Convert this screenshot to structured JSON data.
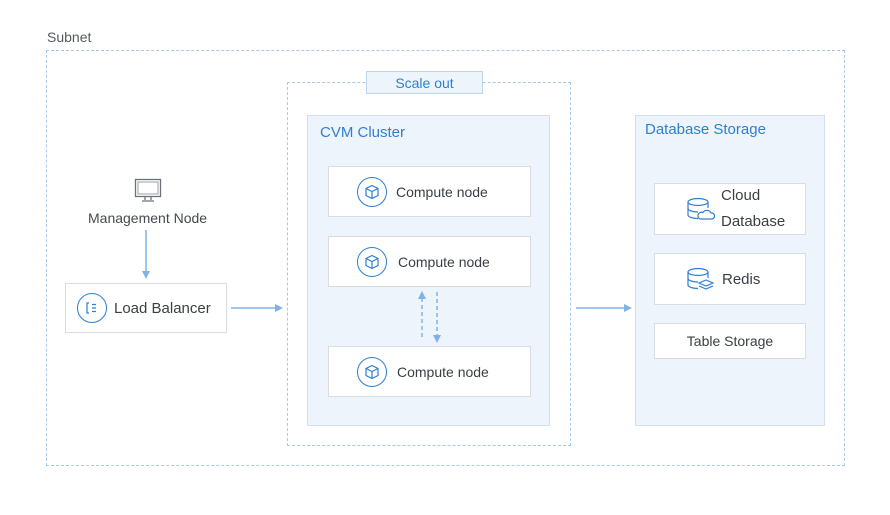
{
  "subnet": {
    "label": "Subnet"
  },
  "management": {
    "label": "Management Node"
  },
  "load_balancer": {
    "label": "Load Balancer"
  },
  "scale_out": {
    "label": "Scale out"
  },
  "cluster": {
    "title": "CVM Cluster",
    "nodes": [
      {
        "label": "Compute node"
      },
      {
        "label": "Compute node"
      },
      {
        "label": "Compute node"
      }
    ]
  },
  "storage": {
    "title": "Database Storage",
    "items": [
      {
        "label_line1": "Cloud",
        "label_line2": "Database"
      },
      {
        "label": "Redis"
      },
      {
        "label": "Table Storage"
      }
    ]
  },
  "colors": {
    "accent": "#2e7fd3",
    "panel": "#eef4fb",
    "line": "#7fb3e6"
  }
}
